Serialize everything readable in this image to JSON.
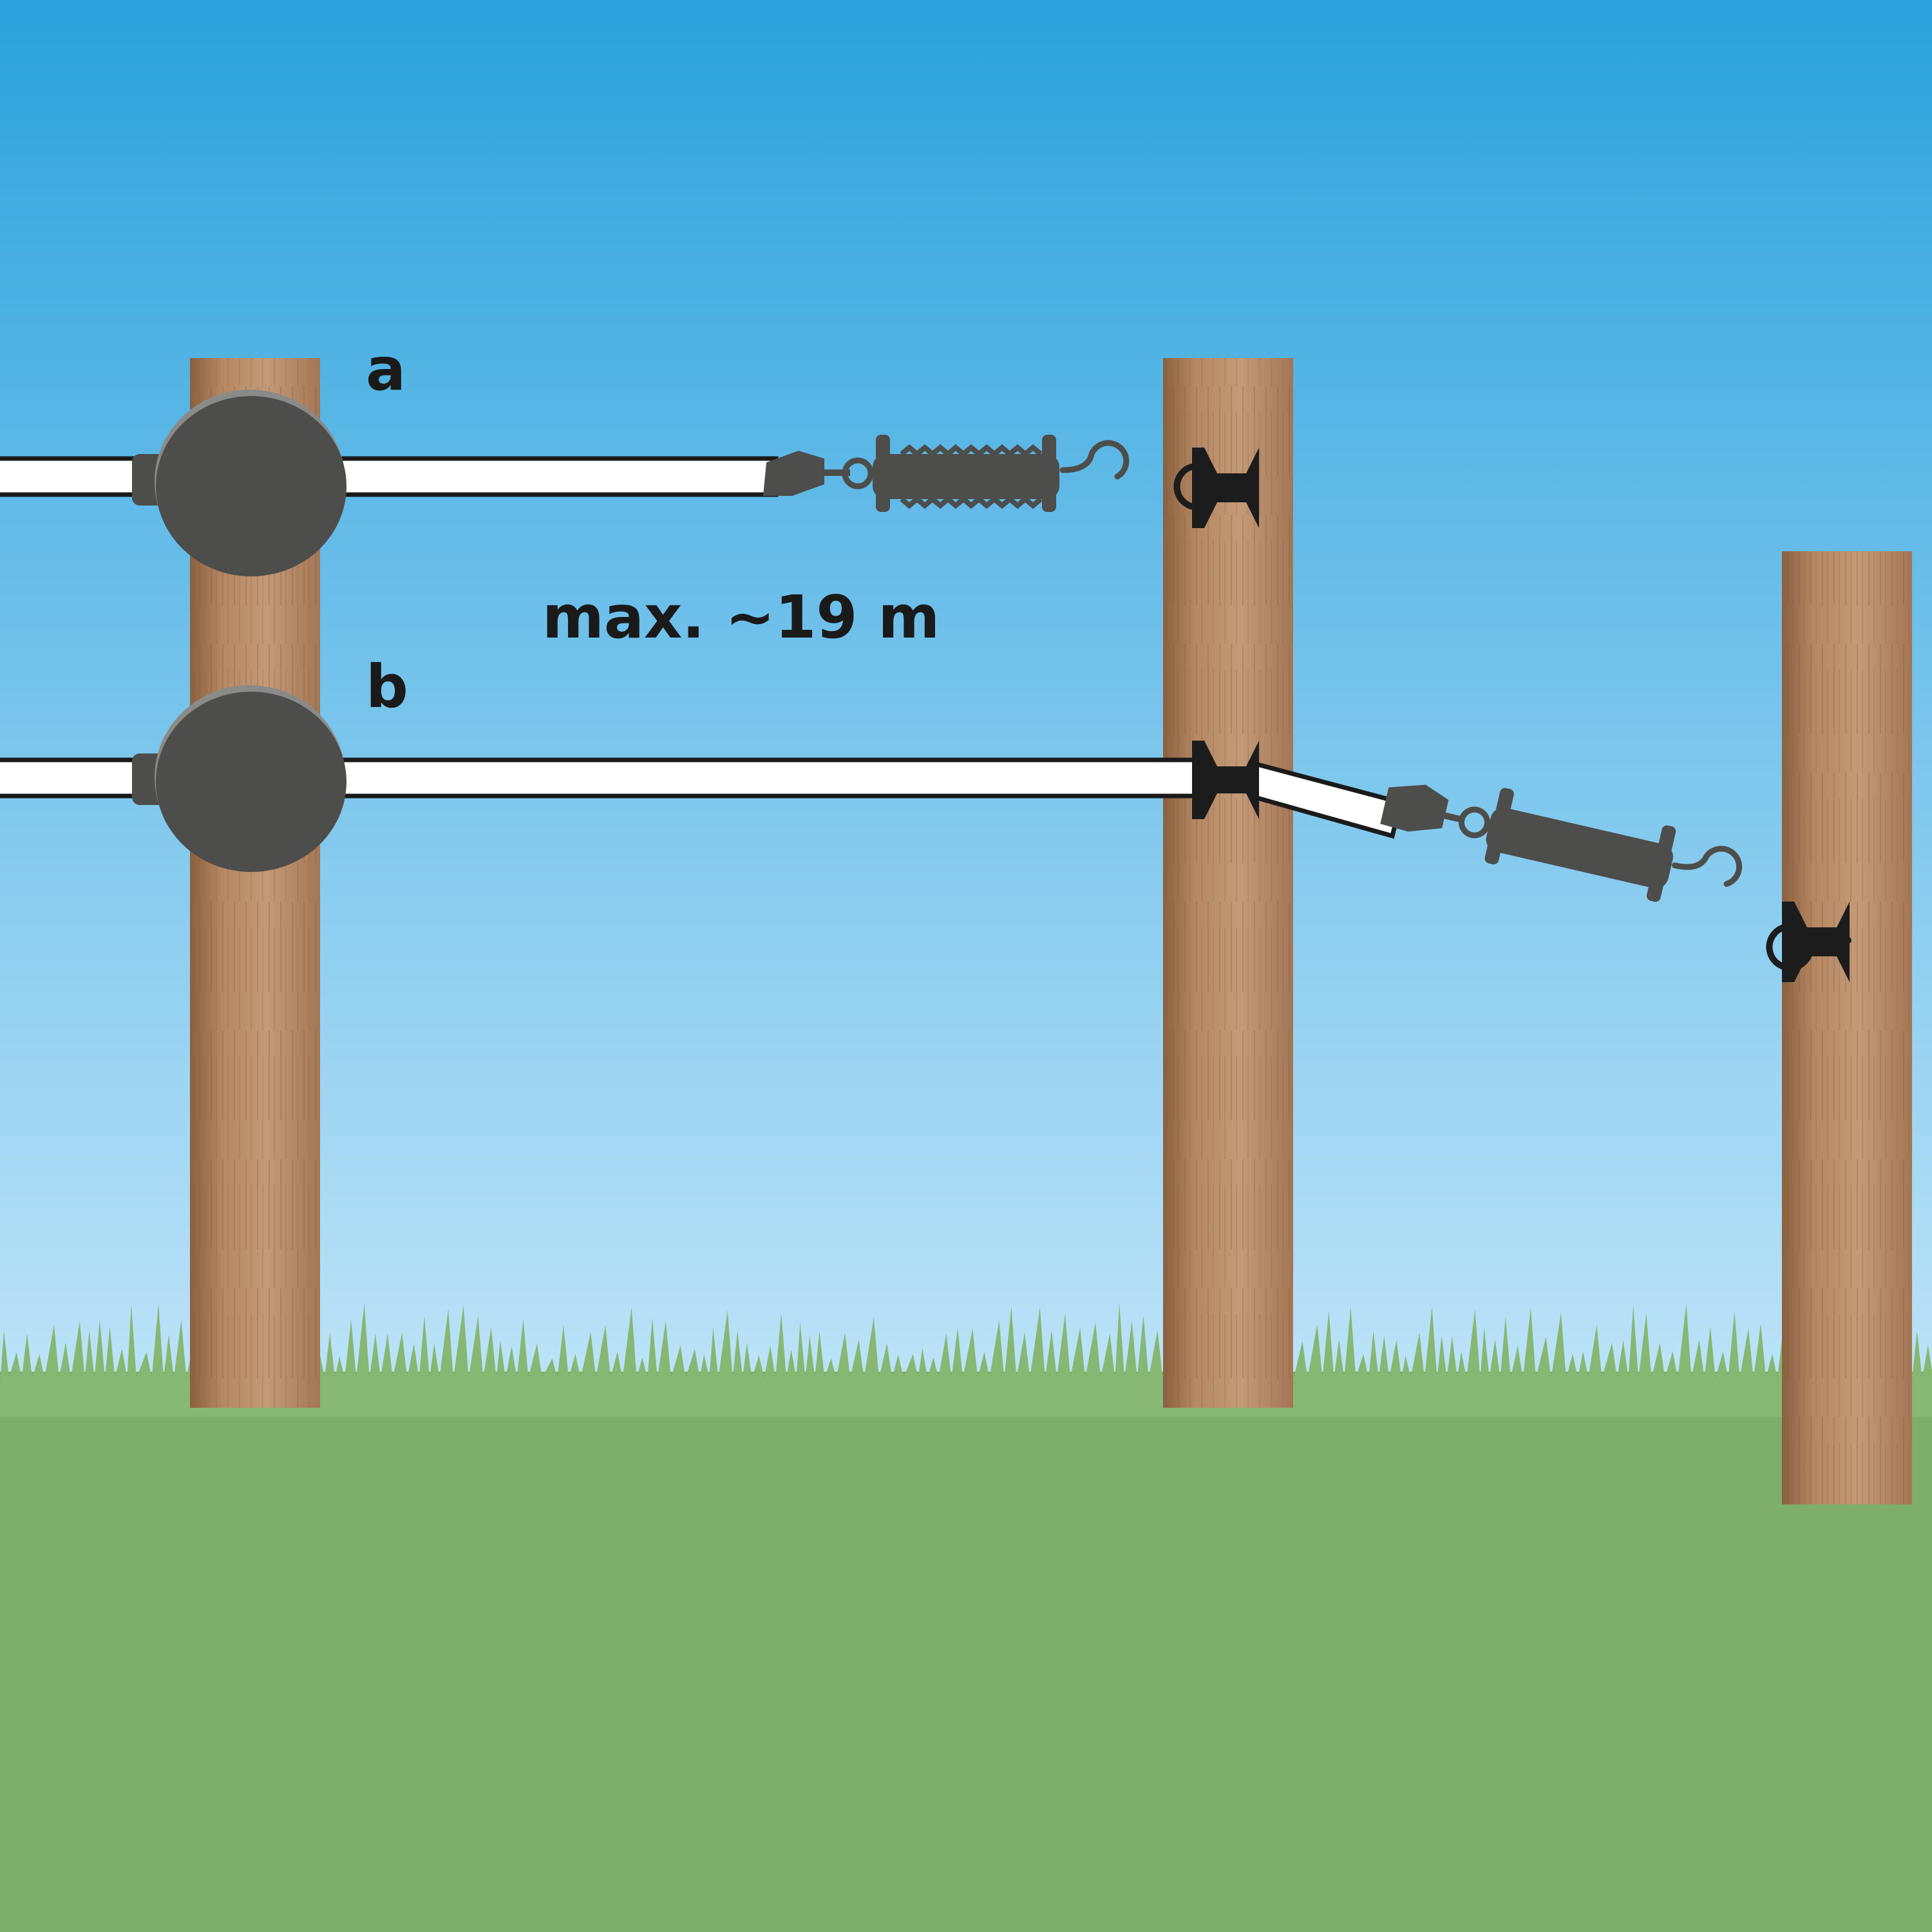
{
  "labels": {
    "fence_a": "a",
    "fence_b": "b",
    "max_distance": "max. ~19 m"
  },
  "colors": {
    "sky_top": "#2aa2dc",
    "sky_bottom": "#b9e1f7",
    "grass": "#7eae6c",
    "grass_blade": "#8fc07b",
    "post": "#b88a68",
    "post_shade": "#8f6545",
    "tape": "#ffffff",
    "tape_border": "#1a1a1a",
    "hardware": "#4d4d4b",
    "insulator": "#1c1c1c"
  },
  "icons": [
    "fence-post",
    "tape-reel-icon",
    "gate-handle-icon",
    "insulator-icon",
    "hook-icon",
    "tape-clamp-icon"
  ]
}
